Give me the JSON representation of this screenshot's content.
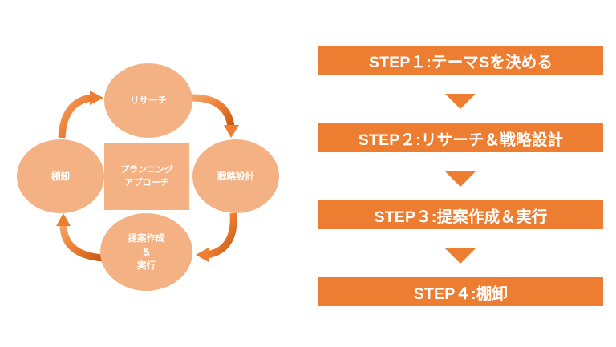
{
  "cycle": {
    "center_label": "プランニング\nアプローチ",
    "nodes": {
      "top": "リサーチ",
      "right": "戦略設計",
      "bottom": "提案作成\n＆\n実行",
      "left": "棚卸"
    }
  },
  "steps": [
    {
      "label": "STEP１:テーマSを決める"
    },
    {
      "label": "STEP２:リサーチ＆戦略設計"
    },
    {
      "label": "STEP３:提案作成＆実行"
    },
    {
      "label": "STEP４:棚卸"
    }
  ],
  "colors": {
    "node_fill": "#f4b183",
    "curved_arrow": "#ed7d31",
    "step_fill": "#ed7d31",
    "text": "#ffffff"
  },
  "icons": [
    "curved-arrow-icon",
    "down-arrow-icon"
  ]
}
